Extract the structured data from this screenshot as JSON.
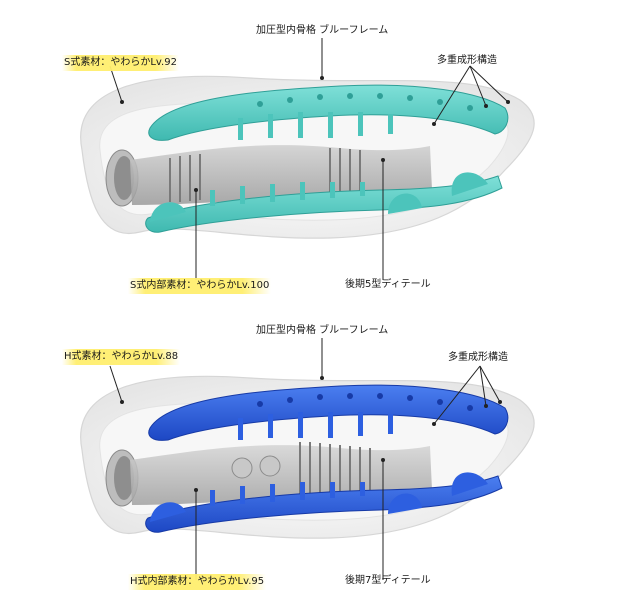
{
  "colors": {
    "accent_top": "#5ccfc6",
    "accent_bottom": "#2458d8",
    "highlight": "#fff06e",
    "shell": "#f2f2f2"
  },
  "panels": [
    {
      "id": "s-type",
      "labels": {
        "frame": "加圧型内骨格 ブルーフレーム",
        "outer_material": "S式素材：やわらかLv.92",
        "multi_molding": "多重成形構造",
        "inner_material": "S式内部素材：やわらかLv.100",
        "detail": "後期5型ディテール"
      }
    },
    {
      "id": "h-type",
      "labels": {
        "frame": "加圧型内骨格 ブルーフレーム",
        "outer_material": "H式素材：やわらかLv.88",
        "multi_molding": "多重成形構造",
        "inner_material": "H式内部素材：やわらかLv.95",
        "detail": "後期7型ディテール"
      }
    }
  ]
}
